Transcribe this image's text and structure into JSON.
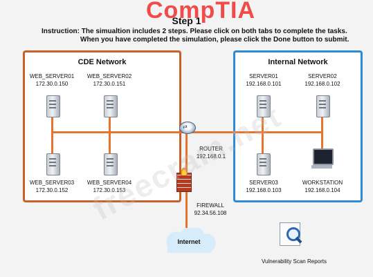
{
  "brand": "CompTIA",
  "step_title": "Step 1",
  "instruction_line1": "Instruction: The simualtion includes 2 steps. Please click on both tabs to complete the tasks.",
  "instruction_line2": "When you have completed the simulation, please click the Done button to submit.",
  "cde": {
    "title": "CDE Network",
    "servers": [
      {
        "name": "WEB_SERVER01",
        "ip": "172.30.0.150"
      },
      {
        "name": "WEB_SERVER02",
        "ip": "172.30.0.151"
      },
      {
        "name": "WEB_SERVER03",
        "ip": "172.30.0.152"
      },
      {
        "name": "WEB_SERVER04",
        "ip": "172.30.0.153"
      }
    ]
  },
  "internal": {
    "title": "Internal Network",
    "servers": [
      {
        "name": "SERVER01",
        "ip": "192.168.0.101"
      },
      {
        "name": "SERVER02",
        "ip": "192.168.0.102"
      },
      {
        "name": "SERVER03",
        "ip": "192.168.0.103"
      },
      {
        "name": "WORKSTATION",
        "ip": "192.168.0.104"
      }
    ]
  },
  "router": {
    "name": "ROUTER",
    "ip": "192.168.0.1"
  },
  "firewall": {
    "name": "FIREWALL",
    "ip": "92.34.56.108"
  },
  "internet": "Internet",
  "vuln_reports": "Vulnerability Scan Reports",
  "watermark": "freecram.net",
  "colors": {
    "cde_border": "#c7612a",
    "internal_border": "#2f8ad6",
    "link": "#e8742c",
    "brand": "#f04a4a"
  }
}
